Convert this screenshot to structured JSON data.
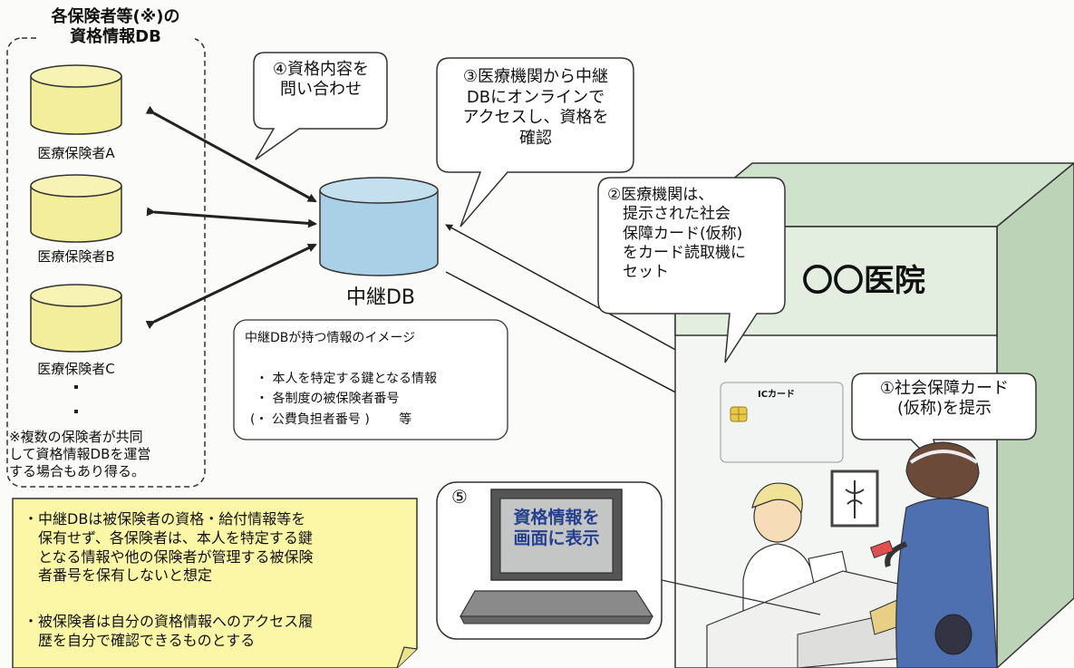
{
  "insurer_group": {
    "title": "各保険者等(※)の\n資格情報DB",
    "insurers": [
      {
        "label": "医療保険者A"
      },
      {
        "label": "医療保険者B"
      },
      {
        "label": "医療保険者C"
      }
    ],
    "footnote": "※複数の保険者が共同\nして資格情報DBを運営\nする場合もあり得る。"
  },
  "relay_db": {
    "label": "中継DB",
    "info_box": {
      "title": "中継DBが持つ情報のイメージ",
      "line1": "・ 本人を特定する鍵となる情報",
      "line2": "・ 各制度の被保険者番号",
      "line3": "(・ 公費負担者番号 )　　 等"
    }
  },
  "steps": {
    "step1": "①社会保障カード\n(仮称)を提示",
    "step2": "②医療機関は、\n　提示された社会\n　保障カード(仮称)\n　をカード読取機に\n　セット",
    "step3": "③医療機関から中継\nDBにオンラインで\nアクセスし、資格を\n確認",
    "step4": "④資格内容を\n問い合わせ",
    "step5_number": "⑤",
    "step5_screen": "資格情報を\n画面に表示"
  },
  "clinic": {
    "name": "〇〇医院"
  },
  "ic_card": {
    "label": "ICカード"
  },
  "notes": {
    "item1": "・中継DBは被保険者の資格・給付情報等を\n　保有せず、各保険者は、本人を特定する鍵\n　となる情報や他の保険者が管理する被保険\n　者番号を保有しないと想定",
    "item2": "・被保険者は自分の資格情報へのアクセス履\n　歴を自分で確認できるものとする"
  },
  "colors": {
    "insurer_db": "#f3ee9b",
    "relay_db": "#a9d0e6",
    "clinic_front": "#f4f6f3",
    "clinic_top": "#cfe3cc",
    "note_bg": "#fbf7a6"
  }
}
